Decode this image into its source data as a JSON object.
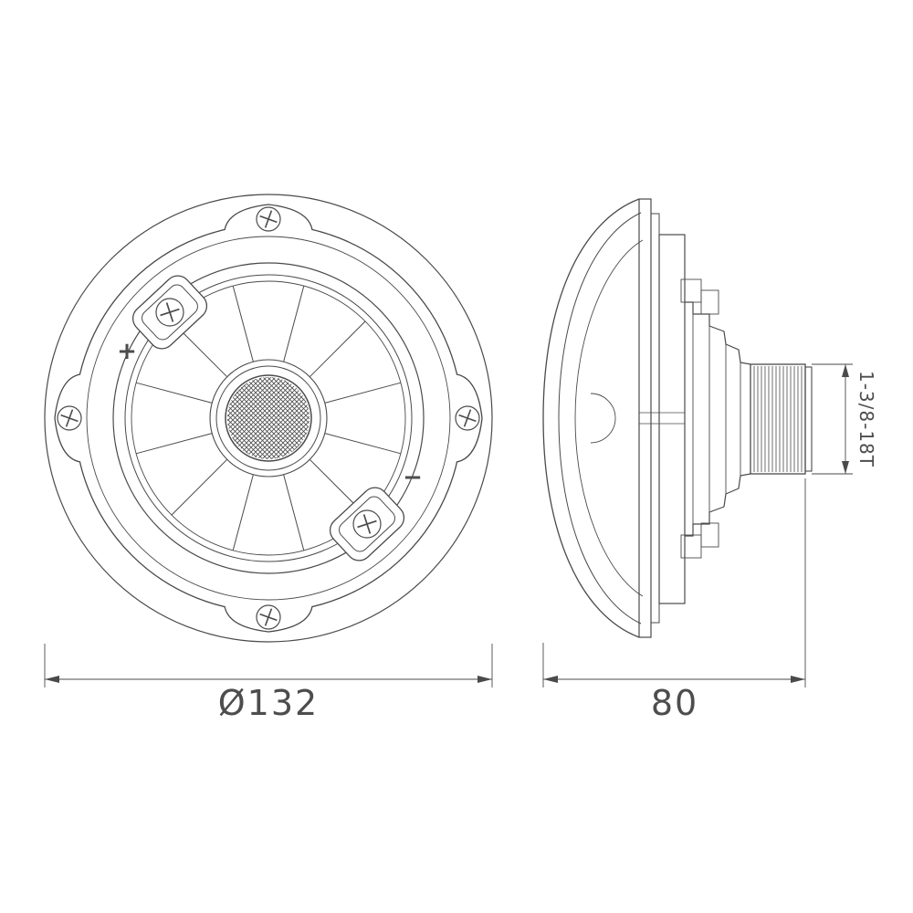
{
  "drawing": {
    "line_color": "#4a4a4a",
    "background": "#ffffff",
    "front_view": {
      "diameter_label": "Ø132",
      "terminal_positive": "+",
      "terminal_negative": "−"
    },
    "side_view": {
      "depth_label": "80",
      "thread_label": "1-3/8-18T"
    }
  }
}
